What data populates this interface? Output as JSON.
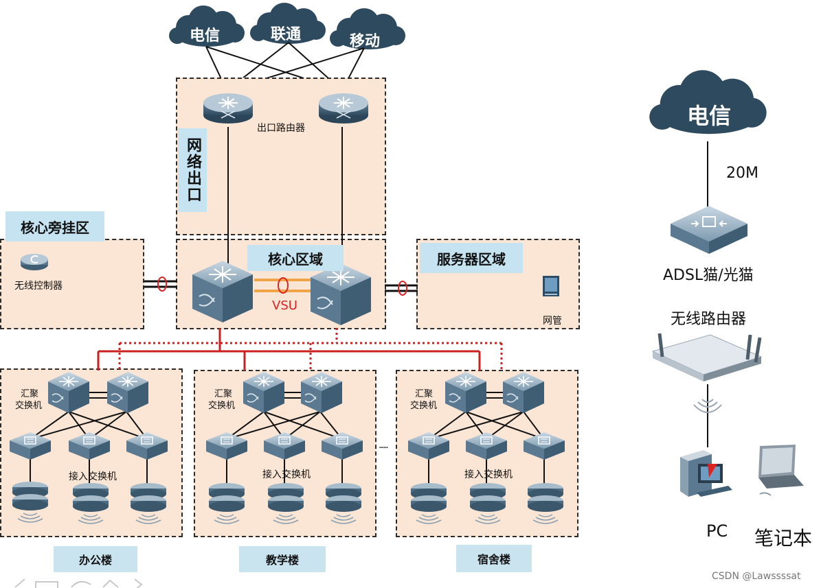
{
  "clouds": {
    "telecom": "电信",
    "unicom": "联通",
    "mobile": "移动"
  },
  "zones": {
    "egress": "网络出口",
    "egress_router": "出口路由器",
    "bypass": "核心旁挂区",
    "bypass_device": "无线控制器",
    "core": "核心区域",
    "vsu": "VSU",
    "server": "服务器区域",
    "server_device": "网管"
  },
  "buildings": {
    "agg_label_1": "汇聚",
    "agg_label_2": "交换机",
    "access_label": "接入交换机",
    "ellipsis": "......",
    "office": "办公楼",
    "teaching": "教学楼",
    "dorm": "宿舍楼"
  },
  "home": {
    "cloud": "电信",
    "bandwidth": "20M",
    "modem": "ADSL猫/光猫",
    "wireless_router": "无线路由器",
    "pc": "PC",
    "laptop": "笔记本"
  },
  "watermark": "CSDN @Lawssssat",
  "colors": {
    "zone_fill": "#fbe6d6",
    "label_fill": "#c5e3f0",
    "cloud": "#2e4a5e",
    "red_link": "#cc1f1f",
    "device": "#5a7d94"
  }
}
